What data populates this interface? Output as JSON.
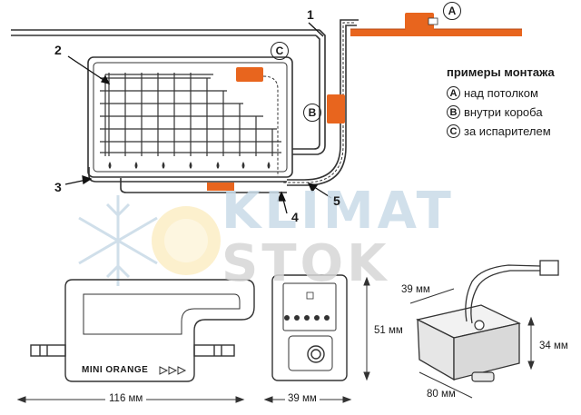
{
  "numbers": {
    "n1": "1",
    "n2": "2",
    "n3": "3",
    "n4": "4",
    "n5": "5"
  },
  "circle_labels": {
    "a": "A",
    "b": "B",
    "c": "C"
  },
  "legend": {
    "title": "примеры монтажа",
    "items": [
      {
        "mark": "A",
        "text": "над потолком"
      },
      {
        "mark": "B",
        "text": "внутри короба"
      },
      {
        "mark": "C",
        "text": "за испарителем"
      }
    ]
  },
  "watermark": {
    "line1": "KLIMAT",
    "line2": "STOK"
  },
  "pump": {
    "brand_text": "MINI ORANGE"
  },
  "dimensions": {
    "length_side": "116 мм",
    "width_front": "39 мм",
    "height_front": "51 мм",
    "box_width": "39 мм",
    "box_height": "34 мм",
    "box_length": "80 мм"
  },
  "colors": {
    "accent_orange": "#e8651e",
    "line": "#333333",
    "watermark_blue": "#c9dbe8",
    "watermark_grey": "#d6d6d6",
    "watermark_yellow": "#fbe7b0"
  }
}
